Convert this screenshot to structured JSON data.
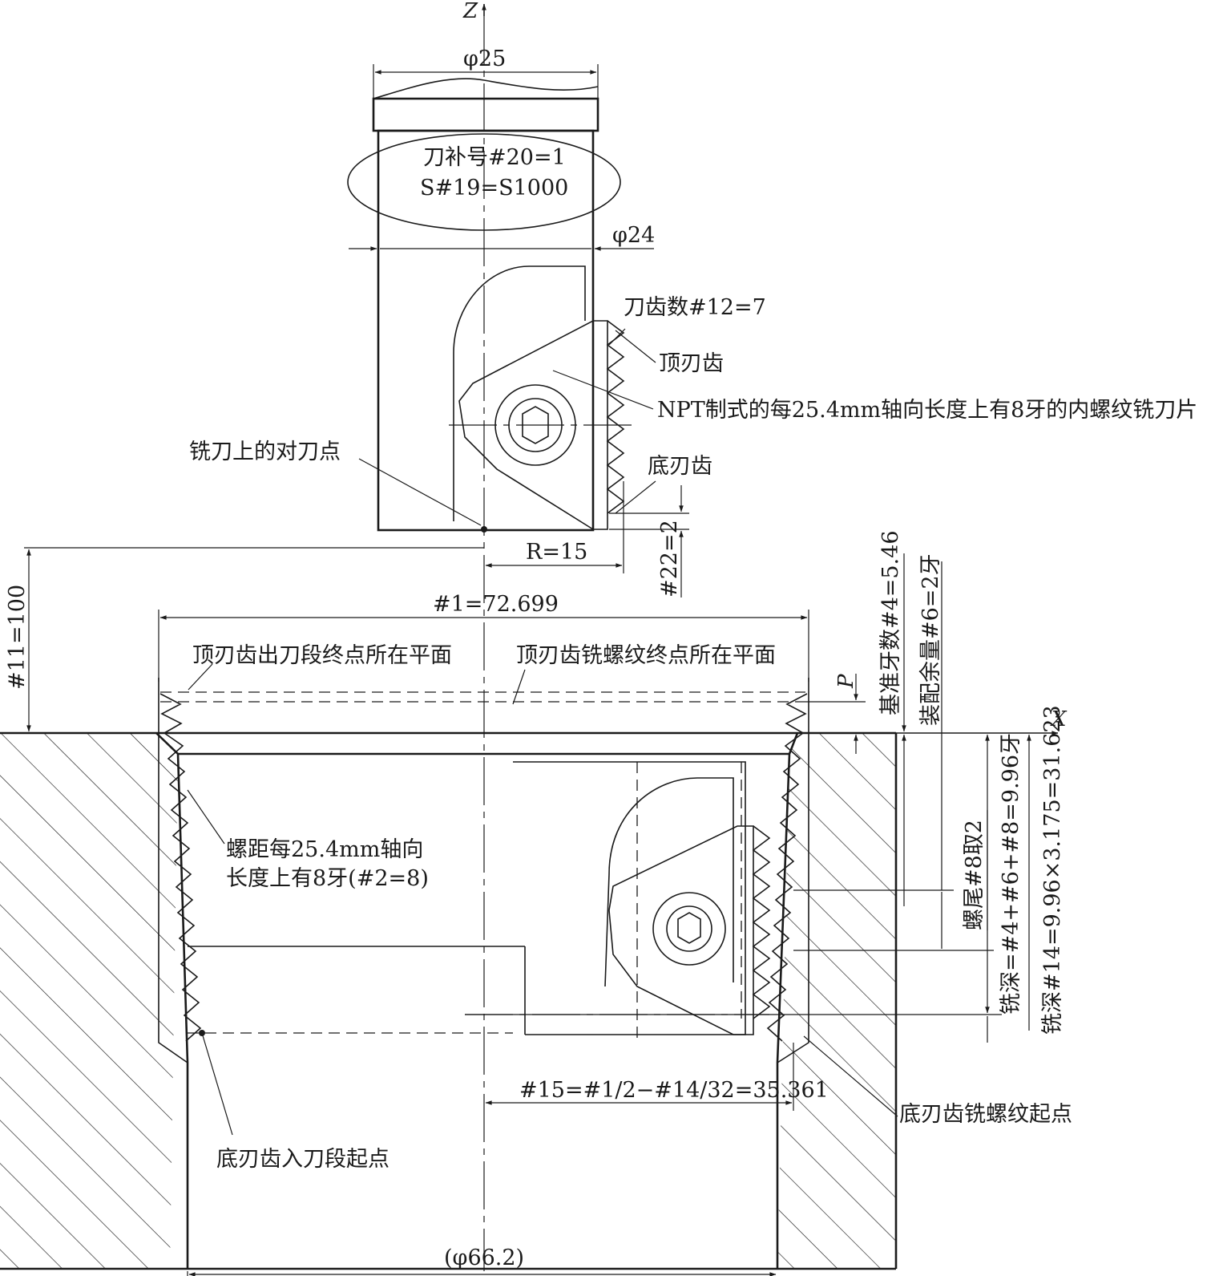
{
  "axes": {
    "z": "Z",
    "x": "X"
  },
  "tool": {
    "shank_diameter": "φ25",
    "body_diameter": "φ24",
    "offset_number": "刀补号#20=1",
    "spindle_speed": "S#19=S1000",
    "tooth_count": "刀齿数#12=7",
    "top_tooth": "顶刃齿",
    "insert_desc": "NPT制式的每25.4mm轴向长度上有8牙的内螺纹铣刀片",
    "bottom_tooth": "底刃齿",
    "setting_point": "铣刀上的对刀点",
    "radius": "R=15",
    "gap": "#22=2"
  },
  "part": {
    "safe_height": "#11=100",
    "top_diameter": "#1=72.699",
    "exit_plane": "顶刃齿出刀段终点所在平面",
    "end_plane": "顶刃齿铣螺纹终点所在平面",
    "pitch_label": "P",
    "base_threads": "基准牙数#4=5.46",
    "fit_allowance": "装配余量#6=2牙",
    "pitch_note_1": "螺距每25.4mm轴向",
    "pitch_note_2": "长度上有8牙(#2=8)",
    "thread_tail": "螺尾#8取2",
    "mill_depth_threads": "铣深=#4+#6+#8=9.96牙",
    "mill_depth": "铣深#14=9.96×3.175=31.623",
    "radius_15": "#15=#1/2−#14/32=35.361",
    "start_point": "底刃齿铣螺纹起点",
    "entry_point": "底刃齿入刀段起点",
    "bore_diameter": "(φ66.2)"
  }
}
